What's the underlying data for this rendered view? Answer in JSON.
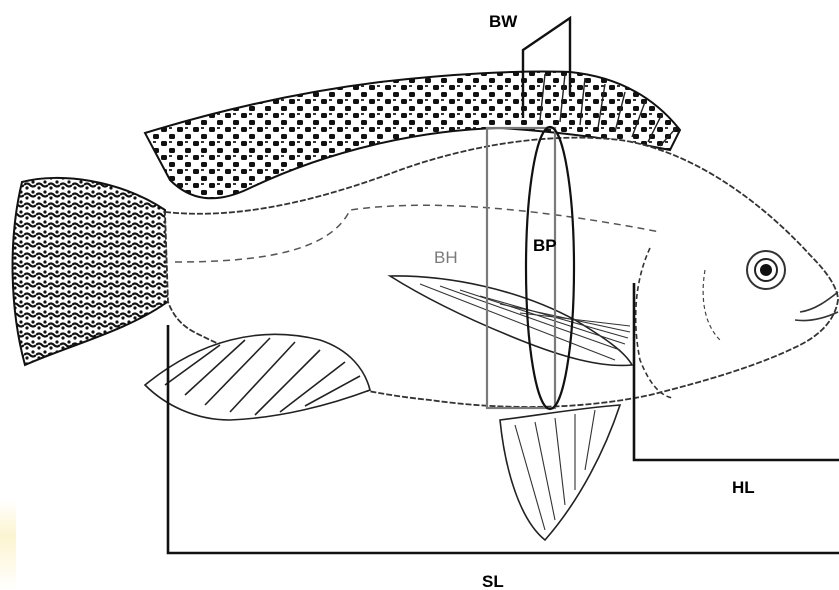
{
  "diagram": {
    "labels": {
      "bw": "BW",
      "bh": "BH",
      "bp": "BP",
      "hl": "HL",
      "sl": "SL"
    },
    "colors": {
      "outline": "#222222",
      "measurement": "#111111",
      "bh_box": "#7a7a7a",
      "label_dark": "#111111",
      "label_grey": "#7a7a7a"
    },
    "subject": "tilapia-fish-illustration"
  }
}
